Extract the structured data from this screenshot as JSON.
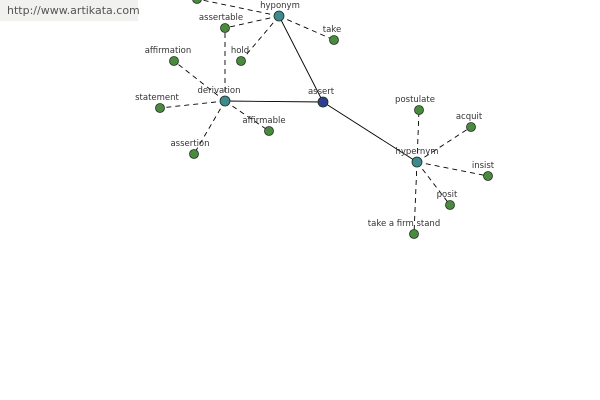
{
  "watermark": "http://www.artikata.com",
  "colors": {
    "edge": "#000000",
    "leaf_node": "#4a8a3e",
    "hub_node": "#3f8a8f",
    "center_node": "#2f3f8f",
    "node_stroke": "#1f2f1f"
  },
  "nodes": [
    {
      "id": "assert",
      "label": "assert",
      "kind": "center"
    },
    {
      "id": "hyponym",
      "label": "hyponym",
      "kind": "hub"
    },
    {
      "id": "derivation",
      "label": "derivation",
      "kind": "hub"
    },
    {
      "id": "hypernym",
      "label": "hypernym",
      "kind": "hub"
    },
    {
      "id": "hidden_top",
      "label": "",
      "kind": "leaf"
    },
    {
      "id": "assertable",
      "label": "assertable",
      "kind": "leaf"
    },
    {
      "id": "take",
      "label": "take",
      "kind": "leaf"
    },
    {
      "id": "hold",
      "label": "hold",
      "kind": "leaf"
    },
    {
      "id": "affirmation",
      "label": "affirmation",
      "kind": "leaf"
    },
    {
      "id": "statement",
      "label": "statement",
      "kind": "leaf"
    },
    {
      "id": "affirmable",
      "label": "affirmable",
      "kind": "leaf"
    },
    {
      "id": "assertion",
      "label": "assertion",
      "kind": "leaf"
    },
    {
      "id": "postulate",
      "label": "postulate",
      "kind": "leaf"
    },
    {
      "id": "acquit",
      "label": "acquit",
      "kind": "leaf"
    },
    {
      "id": "insist",
      "label": "insist",
      "kind": "leaf"
    },
    {
      "id": "posit",
      "label": "posit",
      "kind": "leaf"
    },
    {
      "id": "take_a_firm_stand",
      "label": "take a firm stand",
      "kind": "leaf"
    }
  ],
  "edges": [
    {
      "from": "assert",
      "to": "hyponym",
      "style": "solid"
    },
    {
      "from": "assert",
      "to": "derivation",
      "style": "solid"
    },
    {
      "from": "assert",
      "to": "hypernym",
      "style": "solid"
    },
    {
      "from": "hyponym",
      "to": "hidden_top",
      "style": "dashed"
    },
    {
      "from": "hyponym",
      "to": "assertable",
      "style": "dashed"
    },
    {
      "from": "hyponym",
      "to": "take",
      "style": "dashed"
    },
    {
      "from": "hyponym",
      "to": "hold",
      "style": "dashed"
    },
    {
      "from": "derivation",
      "to": "assertable",
      "style": "dashed"
    },
    {
      "from": "derivation",
      "to": "affirmation",
      "style": "dashed"
    },
    {
      "from": "derivation",
      "to": "statement",
      "style": "dashed"
    },
    {
      "from": "derivation",
      "to": "affirmable",
      "style": "dashed"
    },
    {
      "from": "derivation",
      "to": "assertion",
      "style": "dashed"
    },
    {
      "from": "hypernym",
      "to": "postulate",
      "style": "dashed"
    },
    {
      "from": "hypernym",
      "to": "acquit",
      "style": "dashed"
    },
    {
      "from": "hypernym",
      "to": "insist",
      "style": "dashed"
    },
    {
      "from": "hypernym",
      "to": "posit",
      "style": "dashed"
    },
    {
      "from": "hypernym",
      "to": "take_a_firm_stand",
      "style": "dashed"
    }
  ]
}
